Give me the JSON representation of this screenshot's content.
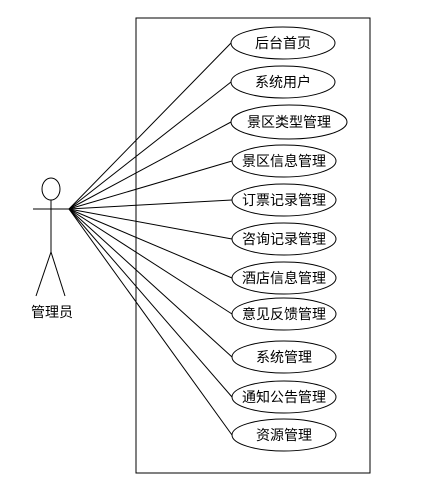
{
  "actor": {
    "label": "管理员"
  },
  "use_cases": [
    {
      "label": "后台首页"
    },
    {
      "label": "系统用户"
    },
    {
      "label": "景区类型管理"
    },
    {
      "label": "景区信息管理"
    },
    {
      "label": "订票记录管理"
    },
    {
      "label": "咨询记录管理"
    },
    {
      "label": "酒店信息管理"
    },
    {
      "label": "意见反馈管理"
    },
    {
      "label": "系统管理"
    },
    {
      "label": "通知公告管理"
    },
    {
      "label": "资源管理"
    }
  ],
  "colors": {
    "line": "#000000",
    "background": "#ffffff"
  }
}
